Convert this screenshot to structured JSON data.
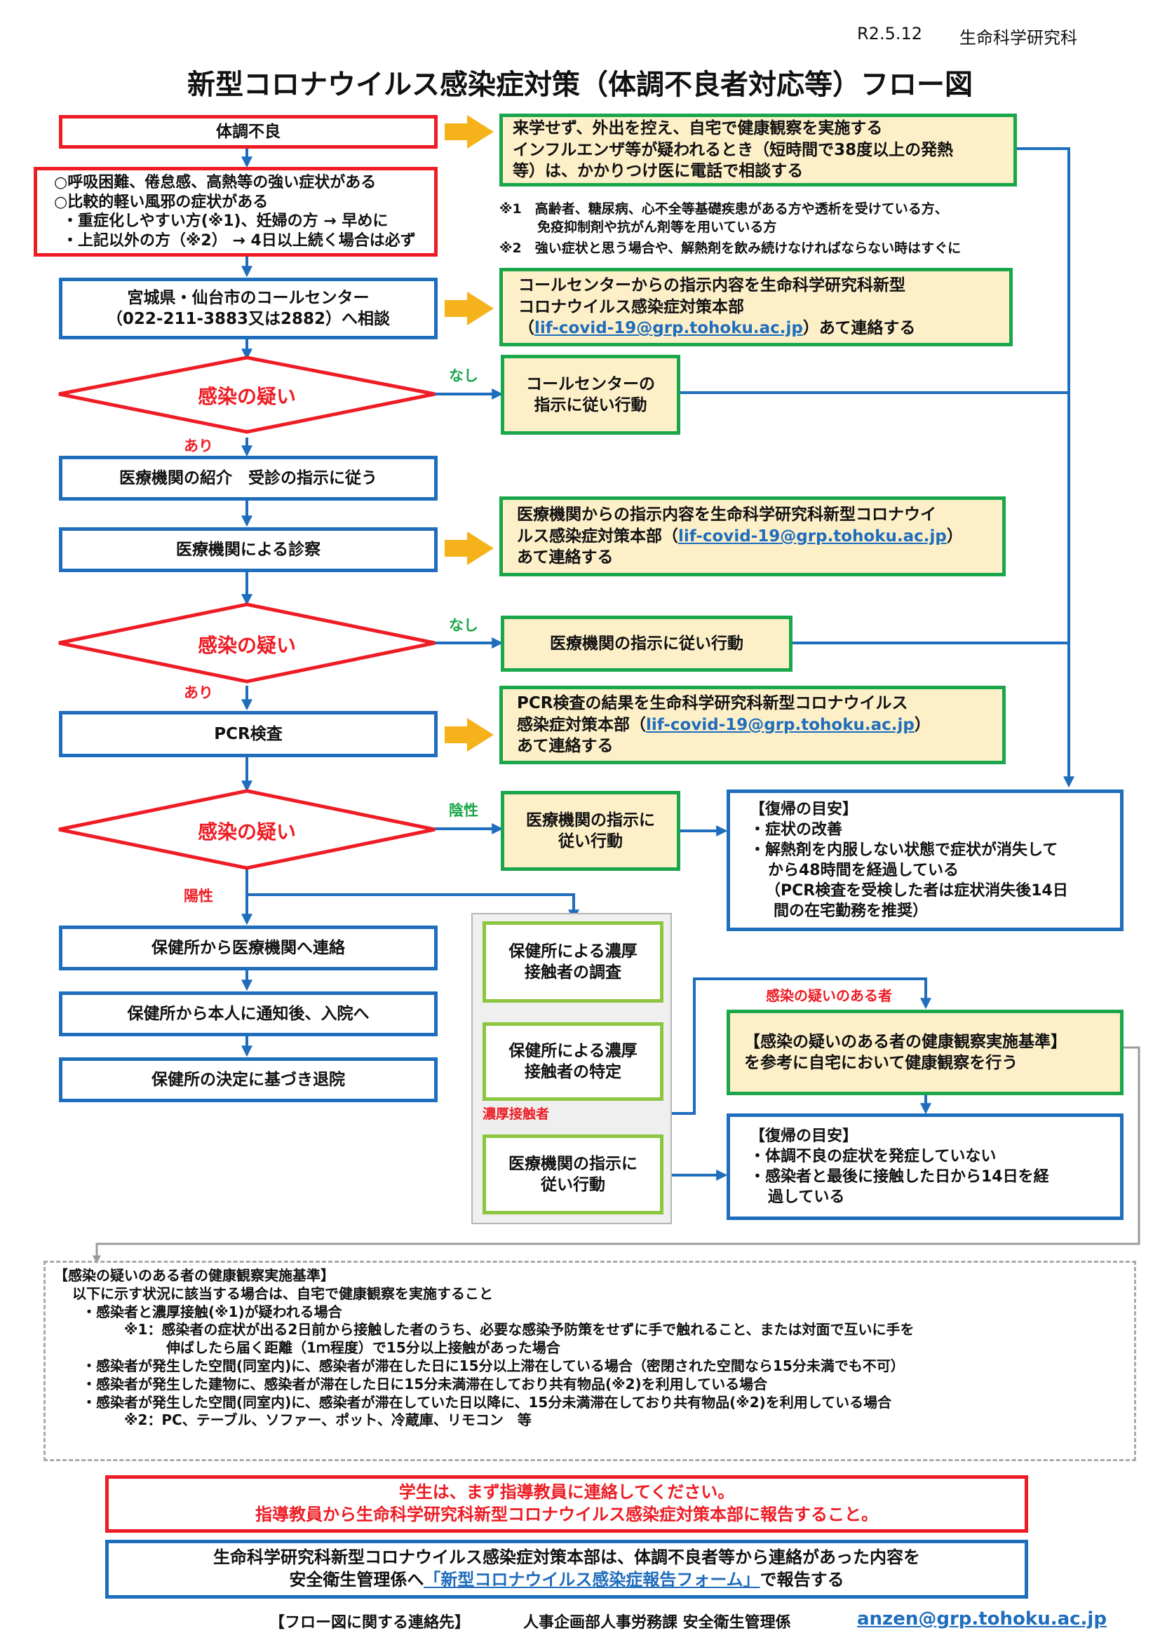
{
  "header": {
    "date": "R2.5.12",
    "dept": "生命科学研究科",
    "title": "新型コロナウイルス感染症対策（体調不良者対応等）フロー図"
  },
  "steps": {
    "unwell": "体調不良",
    "symptoms": {
      "l1": "○呼吸困難、倦怠感、高熱等の強い症状がある",
      "l2": "○比較的軽い風邪の症状がある",
      "l3": "・重症化しやすい方(※1)、妊婦の方 → 早めに",
      "l4": "・上記以外の方（※2） → 4日以上続く場合は必ず"
    },
    "call_center": {
      "l1": "宮城県・仙台市のコールセンター",
      "l2": "（022-211-3883又は2882）へ相談"
    },
    "suspect": "感染の疑い",
    "referral": "医療機関の紹介　受診の指示に従う",
    "exam": "医療機関による診察",
    "pcr": "PCR検査",
    "hc_to_hospital": "保健所から医療機関へ連絡",
    "hc_notify": "保健所から本人に通知後、入院へ",
    "hc_discharge": "保健所の決定に基づき退院"
  },
  "side": {
    "home": {
      "l1": "来学せず、外出を控え、自宅で健康観察を実施する",
      "l2": "インフルエンザ等が疑われるとき（短時間で38度以上の発熱",
      "l3": "等）は、かかりつけ医に電話で相談する"
    },
    "footnote1a": "※1　高齢者、糖尿病、心不全等基礎疾患がある方や透析を受けている方、",
    "footnote1b": "免疫抑制剤や抗がん剤等を用いている方",
    "footnote2": "※2　強い症状と思う場合や、解熱剤を飲み続けなければならない時はすぐに",
    "cc_report": {
      "l1": "コールセンターからの指示内容を生命科学研究科新型",
      "l2": "コロナウイルス感染症対策本部",
      "open": "（",
      "email": "lif-covid-19@grp.tohoku.ac.jp",
      "close": "）あて連絡する"
    },
    "cc_follow": {
      "l1": "コールセンターの",
      "l2": "指示に従い行動"
    },
    "exam_report": {
      "l1": "医療機関からの指示内容を生命科学研究科新型コロナウイ",
      "l2a": "ルス感染症対策本部（",
      "email": "lif-covid-19@grp.tohoku.ac.jp",
      "l2b": "）",
      "l3": "あて連絡する"
    },
    "hosp_follow": "医療機関の指示に従い行動",
    "pcr_report": {
      "l1": "PCR検査の結果を生命科学研究科新型コロナウイルス",
      "l2a": "感染症対策本部（",
      "email": "lif-covid-19@grp.tohoku.ac.jp",
      "l2b": "）",
      "l3": "あて連絡する"
    },
    "neg_follow": {
      "l1": "医療機関の指示に",
      "l2": "従い行動"
    },
    "recovery1": {
      "title": "【復帰の目安】",
      "l1": "・症状の改善",
      "l2": "・解熱剤を内服しない状態で症状が消失して",
      "l3": "から48時間を経過している",
      "l4": "（PCR検査を受検した者は症状消失後14日",
      "l5": "間の在宅勤務を推奨）"
    },
    "contact_survey": {
      "l1": "保健所による濃厚",
      "l2": "接触者の調査"
    },
    "contact_identify": {
      "l1": "保健所による濃厚",
      "l2": "接触者の特定"
    },
    "contact_follow": {
      "l1": "医療機関の指示に",
      "l2": "従い行動"
    },
    "suspect_obs": {
      "l1": "【感染の疑いのある者の健康観察実施基準】",
      "l2": "を参考に自宅において健康観察を行う"
    },
    "recovery2": {
      "title": "【復帰の目安】",
      "l1": "・体調不良の症状を発症していない",
      "l2": "・感染者と最後に接触した日から14日を経",
      "l3": "過している"
    }
  },
  "labels": {
    "none1": "なし",
    "yes1": "あり",
    "none2": "なし",
    "yes2": "あり",
    "negative": "陰性",
    "positive": "陽性",
    "suspected_person": "感染の疑いのある者",
    "close_contact": "濃厚接触者"
  },
  "criteria": {
    "title": "【感染の疑いのある者の健康観察実施基準】",
    "intro": "以下に示す状況に該当する場合は、自宅で健康観察を実施すること",
    "b1": "・感染者と濃厚接触(※1)が疑われる場合",
    "n1a": "※1：感染者の症状が出る2日前から接触した者のうち、必要な感染予防策をせずに手で触れること、または対面で互いに手を",
    "n1b": "伸ばしたら届く距離（1ｍ程度）で15分以上接触があった場合",
    "b2": "・感染者が発生した空間(同室内)に、感染者が滞在した日に15分以上滞在している場合（密閉された空間なら15分未満でも不可）",
    "b3": "・感染者が発生した建物に、感染者が滞在した日に15分未満滞在しており共有物品(※2)を利用している場合",
    "b4": "・感染者が発生した空間(同室内)に、感染者が滞在していた日以降に、15分未満滞在しており共有物品(※2)を利用している場合",
    "n2": "※2：PC、テーブル、ソファー、ポット、冷蔵庫、リモコン　等"
  },
  "notice": {
    "l1": "学生は、まず指導教員に連絡してください。",
    "l2": "指導教員から生命科学研究科新型コロナウイルス感染症対策本部に報告すること。"
  },
  "report": {
    "l1": "生命科学研究科新型コロナウイルス感染症対策本部は、体調不良者等から連絡があった内容を",
    "l2a": "安全衛生管理係へ",
    "l2link": "「新型コロナウイルス感染症報告フォーム」",
    "l2b": "で報告する"
  },
  "footer": {
    "label": "【フロー図に関する連絡先】",
    "section": "人事企画部人事労務課 安全衛生管理係",
    "email": "anzen@grp.tohoku.ac.jp"
  },
  "colors": {
    "red": "#ee1c24",
    "blue": "#1f6dbd",
    "green": "#1aa64a",
    "arrow": "#f5b21b",
    "lime": "#8cc63f"
  }
}
